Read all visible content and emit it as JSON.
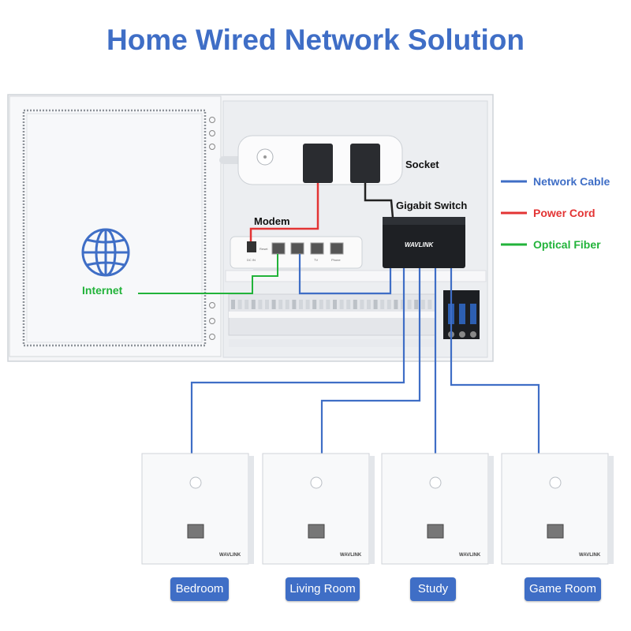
{
  "title": "Home Wired Network Solution",
  "legend": [
    {
      "label": "Network Cable",
      "color": "#3f6ec6"
    },
    {
      "label": "Power Cord",
      "color": "#e33434"
    },
    {
      "label": "Optical Fiber",
      "color": "#22b33a"
    }
  ],
  "labels": {
    "socket": "Socket",
    "gigabit_switch": "Gigabit Switch",
    "modem": "Modem",
    "internet": "Internet",
    "switch_brand": "WAVLINK",
    "modem_ports": [
      "DC IN",
      "Reset",
      "",
      "",
      "TV",
      "Phone"
    ]
  },
  "rooms": [
    "Bedroom",
    "Living Room",
    "Study",
    "Game Room"
  ],
  "panel_brand": "WAVLINK",
  "icons": [
    "globe-icon",
    "ethernet-port-icon",
    "power-switch-icon"
  ]
}
